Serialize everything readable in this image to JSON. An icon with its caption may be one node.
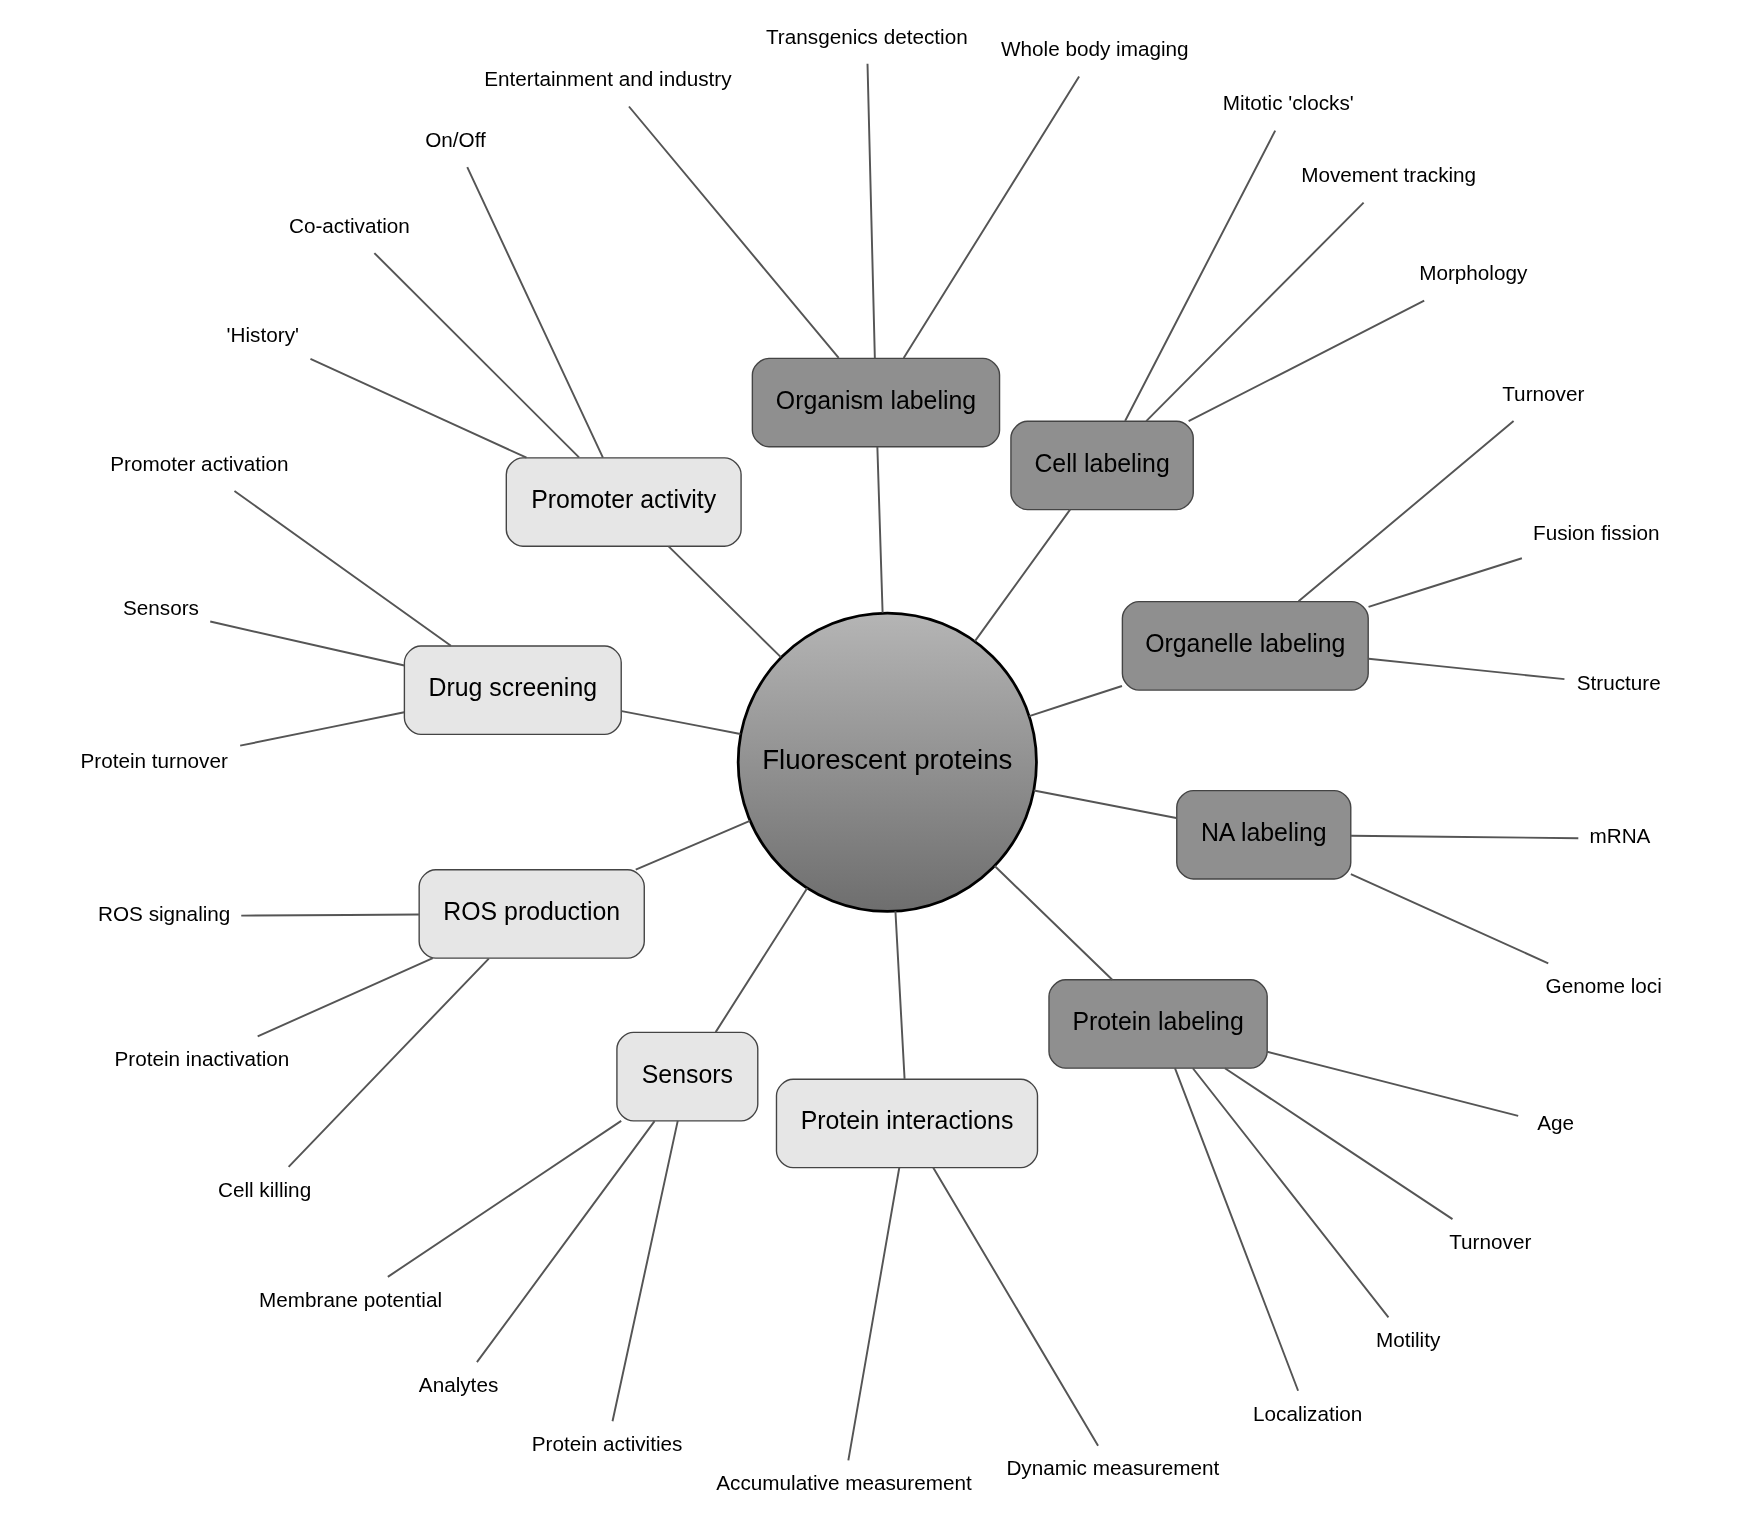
{
  "diagram": {
    "nodes": [
      {
        "text": [
          "Fluorescent proteins"
        ]
      },
      {
        "text": [
          "Organelle labeling"
        ]
      },
      {
        "text": [
          "Cell labeling"
        ]
      },
      {
        "text": [
          "Organism labeling"
        ]
      },
      {
        "text": [
          "Promoter activity"
        ]
      },
      {
        "text": [
          "Drug screening"
        ]
      },
      {
        "text": [
          "ROS production"
        ]
      },
      {
        "text": [
          "Sensors"
        ]
      },
      {
        "text": [
          "Protein interactions"
        ]
      },
      {
        "text": [
          "Protein labeling"
        ]
      },
      {
        "text": [
          "NA labeling"
        ]
      },
      {
        "text": [
          "Structure"
        ]
      },
      {
        "text": [
          "Fusion fission"
        ]
      },
      {
        "text": [
          "Turnover"
        ]
      },
      {
        "text": [
          "Morphology"
        ]
      },
      {
        "text": [
          "Movement tracking"
        ]
      },
      {
        "text": [
          "Mitotic 'clocks'"
        ]
      },
      {
        "text": [
          "Whole body imaging"
        ]
      },
      {
        "text": [
          "Transgenics detection"
        ]
      },
      {
        "text": [
          "Entertainment and industry"
        ]
      },
      {
        "text": [
          "On/Off"
        ]
      },
      {
        "text": [
          "Co-activation"
        ]
      },
      {
        "text": [
          "'History'"
        ]
      },
      {
        "text": [
          "Promoter activation"
        ]
      },
      {
        "text": [
          "Sensors"
        ]
      },
      {
        "text": [
          "Protein turnover"
        ]
      },
      {
        "text": [
          "ROS signaling"
        ]
      },
      {
        "text": [
          "Protein inactivation"
        ]
      },
      {
        "text": [
          "Cell killing"
        ]
      },
      {
        "text": [
          "Membrane potential"
        ]
      },
      {
        "text": [
          "Analytes"
        ]
      },
      {
        "text": [
          "Protein activities"
        ]
      },
      {
        "text": [
          "Accumulative measurement"
        ]
      },
      {
        "text": [
          "Dynamic measurement"
        ]
      },
      {
        "text": [
          "Localization"
        ]
      },
      {
        "text": [
          "Motility"
        ]
      },
      {
        "text": [
          "Turnover"
        ]
      },
      {
        "text": [
          "Age"
        ]
      },
      {
        "text": [
          "Genome loci"
        ]
      },
      {
        "text": [
          "mRNA"
        ]
      }
    ],
    "edges": [
      {
        "from": 0,
        "to": 1,
        "arrow": "none"
      },
      {
        "from": 0,
        "to": 2,
        "arrow": "none"
      },
      {
        "from": 0,
        "to": 3,
        "arrow": "none"
      },
      {
        "from": 0,
        "to": 4,
        "arrow": "none"
      },
      {
        "from": 0,
        "to": 5,
        "arrow": "none"
      },
      {
        "from": 0,
        "to": 6,
        "arrow": "none"
      },
      {
        "from": 0,
        "to": 7,
        "arrow": "none"
      },
      {
        "from": 0,
        "to": 8,
        "arrow": "none"
      },
      {
        "from": 0,
        "to": 9,
        "arrow": "none"
      },
      {
        "from": 0,
        "to": 10,
        "arrow": "none"
      },
      {
        "from": 1,
        "to": 11,
        "arrow": "none"
      },
      {
        "from": 1,
        "to": 12,
        "arrow": "none"
      },
      {
        "from": 1,
        "to": 13,
        "arrow": "none"
      },
      {
        "from": 2,
        "to": 14,
        "arrow": "none"
      },
      {
        "from": 2,
        "to": 15,
        "arrow": "none"
      },
      {
        "from": 2,
        "to": 16,
        "arrow": "none"
      },
      {
        "from": 3,
        "to": 17,
        "arrow": "none"
      },
      {
        "from": 3,
        "to": 18,
        "arrow": "none"
      },
      {
        "from": 3,
        "to": 19,
        "arrow": "none"
      },
      {
        "from": 4,
        "to": 20,
        "arrow": "none"
      },
      {
        "from": 4,
        "to": 21,
        "arrow": "none"
      },
      {
        "from": 4,
        "to": 22,
        "arrow": "none"
      },
      {
        "from": 5,
        "to": 23,
        "arrow": "none"
      },
      {
        "from": 5,
        "to": 24,
        "arrow": "none"
      },
      {
        "from": 5,
        "to": 25,
        "arrow": "none"
      },
      {
        "from": 6,
        "to": 26,
        "arrow": "none"
      },
      {
        "from": 6,
        "to": 27,
        "arrow": "none"
      },
      {
        "from": 6,
        "to": 28,
        "arrow": "none"
      },
      {
        "from": 7,
        "to": 29,
        "arrow": "none"
      },
      {
        "from": 7,
        "to": 30,
        "arrow": "none"
      },
      {
        "from": 7,
        "to": 31,
        "arrow": "none"
      },
      {
        "from": 8,
        "to": 32,
        "arrow": "none"
      },
      {
        "from": 8,
        "to": 33,
        "arrow": "none"
      },
      {
        "from": 9,
        "to": 34,
        "arrow": "none"
      },
      {
        "from": 9,
        "to": 35,
        "arrow": "none"
      },
      {
        "from": 9,
        "to": 36,
        "arrow": "none"
      },
      {
        "from": 9,
        "to": 37,
        "arrow": "none"
      },
      {
        "from": 10,
        "to": 38,
        "arrow": "none"
      },
      {
        "from": 10,
        "to": 39,
        "arrow": "none"
      }
    ]
  }
}
